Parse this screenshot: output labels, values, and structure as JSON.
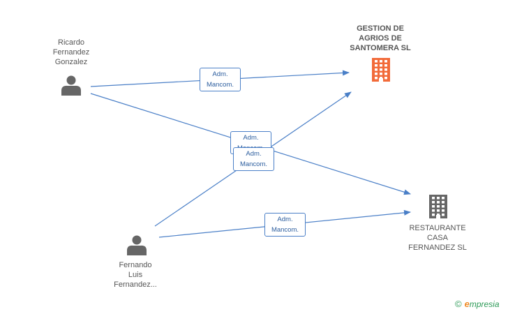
{
  "persons": [
    {
      "id": "p1",
      "name": "Ricardo\nFernandez\nGonzalez",
      "color": "#666666"
    },
    {
      "id": "p2",
      "name": "Fernando\nLuis\nFernandez...",
      "color": "#666666"
    }
  ],
  "companies": [
    {
      "id": "c1",
      "name": "GESTION DE\nAGRIOS DE\nSANTOMERA SL",
      "color": "#f26b3a"
    },
    {
      "id": "c2",
      "name": "RESTAURANTE\nCASA\nFERNANDEZ SL",
      "color": "#666666"
    }
  ],
  "relations": [
    {
      "from": "p1",
      "to": "c1",
      "label": "Adm.\nMancom."
    },
    {
      "from": "p1",
      "to": "c2",
      "label": "Adm.\nMancom."
    },
    {
      "from": "p2",
      "to": "c1",
      "label": "Adm.\nMancom."
    },
    {
      "from": "p2",
      "to": "c2",
      "label": "Adm.\nMancom."
    }
  ],
  "colors": {
    "edge": "#4a7fc7"
  },
  "brand": {
    "copyright": "©",
    "e": "e",
    "rest": "mpresia"
  }
}
